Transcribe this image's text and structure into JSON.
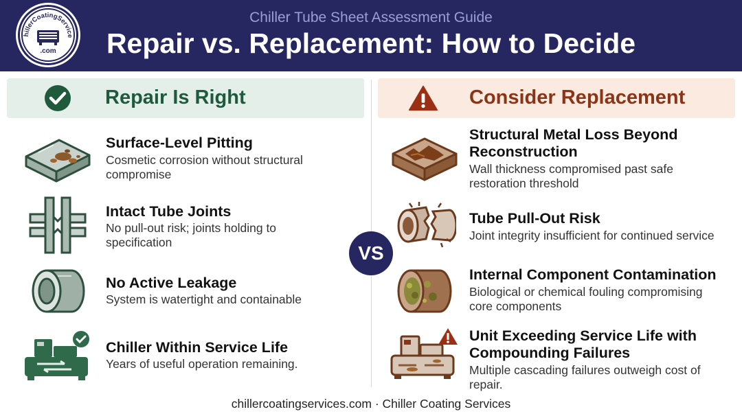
{
  "header": {
    "subtitle": "Chiller Tube Sheet Assessment Guide",
    "title": "Repair vs. Replacement: How to Decide",
    "logo_text": "ChillerCoatingServices",
    "logo_domain": ".com"
  },
  "repair": {
    "heading": "Repair Is Right",
    "icon": "checkmark-circle-icon",
    "color": "#1f5a3c",
    "items": [
      {
        "title": "Surface-Level Pitting",
        "desc": "Cosmetic corrosion without structural compromise",
        "icon": "pitted-plate-icon"
      },
      {
        "title": "Intact Tube Joints",
        "desc": "No pull-out risk; joints holding to specification",
        "icon": "tube-joint-icon"
      },
      {
        "title": "No Active Leakage",
        "desc": "System is watertight and containable",
        "icon": "tube-icon"
      },
      {
        "title": "Chiller Within Service Life",
        "desc": "Years of useful operation remaining.",
        "icon": "chiller-check-icon"
      }
    ]
  },
  "replace": {
    "heading": "Consider Replacement",
    "icon": "warning-triangle-icon",
    "color": "#8a3418",
    "items": [
      {
        "title": "Structural Metal Loss Beyond Reconstruction",
        "desc": "Wall thickness compromised past safe restoration threshold",
        "icon": "corroded-plate-icon"
      },
      {
        "title": "Tube Pull-Out Risk",
        "desc": "Joint integrity insufficient for continued service",
        "icon": "broken-tube-icon"
      },
      {
        "title": "Internal Component Contamination",
        "desc": "Biological or chemical fouling compromising core components",
        "icon": "fouled-tube-icon"
      },
      {
        "title": "Unit Exceeding Service Life with Compounding Failures",
        "desc": "Multiple cascading failures outweigh cost of repair.",
        "icon": "chiller-warning-icon"
      }
    ]
  },
  "vs_label": "VS",
  "footer": "chillercoatingservices.com · Chiller Coating Services"
}
